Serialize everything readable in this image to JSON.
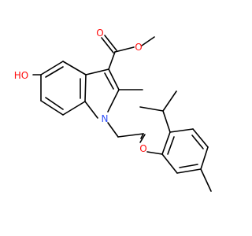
{
  "molecule": {
    "atoms": {
      "ester_carbonyl_o": {
        "symbol": "O",
        "color": "#ff0d0d"
      },
      "ester_ether_o": {
        "symbol": "O",
        "color": "#ff0d0d"
      },
      "hydroxyl": {
        "symbol": "HO",
        "color": "#ff0d0d"
      },
      "indole_n": {
        "symbol": "N",
        "color": "#3050f8"
      },
      "aryl_ether_o": {
        "symbol": "O",
        "color": "#ff0d0d"
      }
    },
    "bond_color": "#000000"
  }
}
